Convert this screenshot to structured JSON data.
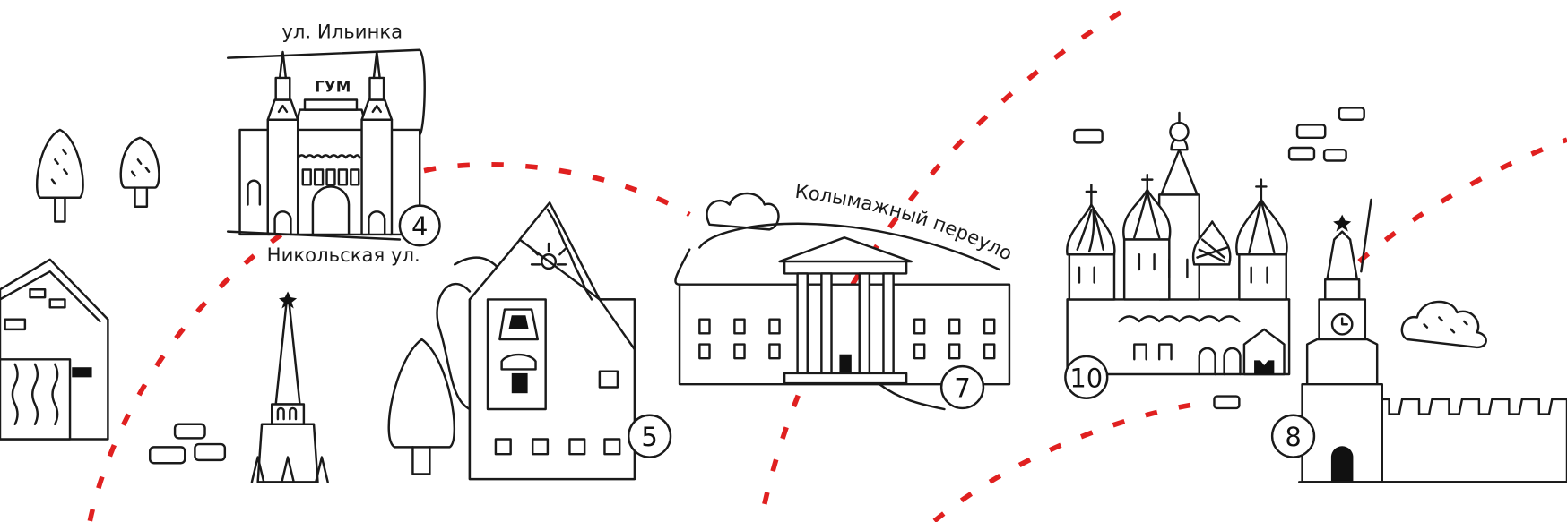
{
  "streets": {
    "ilyinka": "ул. Ильинка",
    "nikolskaya": "Никольская ул.",
    "kolymazhny": "Колымажный переулок"
  },
  "landmarks": {
    "gum_sign": "ГУМ"
  },
  "markers": [
    "4",
    "5",
    "7",
    "10",
    "8"
  ],
  "colors": {
    "route": "#e02020",
    "ink": "#1a1a1a"
  }
}
